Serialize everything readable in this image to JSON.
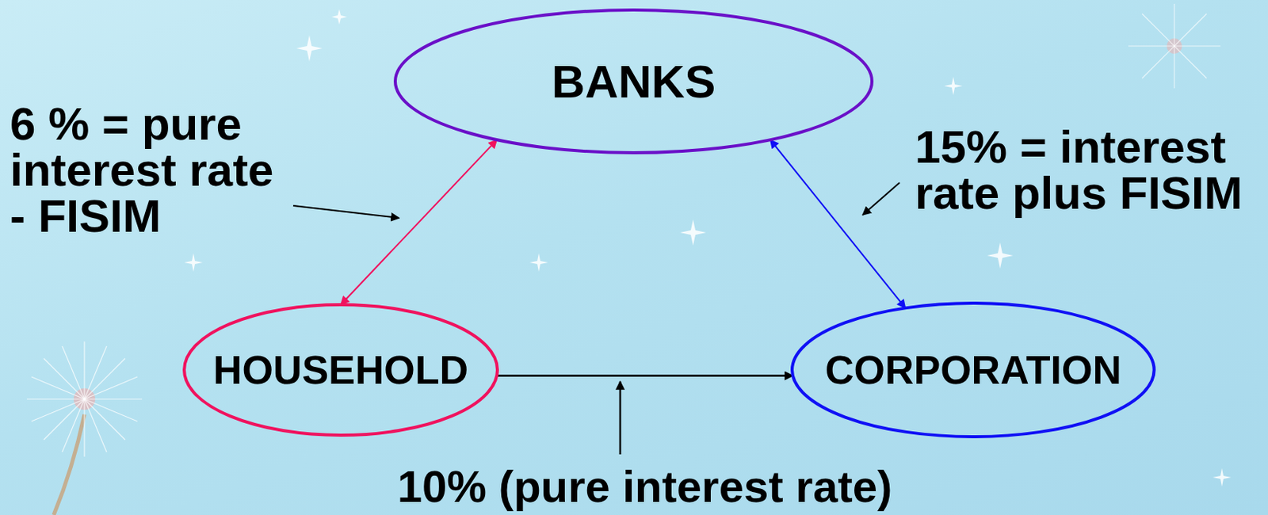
{
  "diagram": {
    "nodes": [
      {
        "text": [
          "BANKS"
        ]
      },
      {
        "text": [
          "HOUSEHOLD"
        ]
      },
      {
        "text": [
          "CORPORATION"
        ]
      }
    ],
    "edges": [
      {
        "from": 1,
        "to": 0,
        "arrow": "both"
      },
      {
        "from": 0,
        "to": 2,
        "arrow": "both"
      },
      {
        "from": 1,
        "to": 2,
        "arrow": "to"
      }
    ],
    "labels": [
      "6 % = pure interest rate - FISIM",
      "15% = interest rate plus FISIM",
      "10% (pure interest rate)"
    ]
  }
}
